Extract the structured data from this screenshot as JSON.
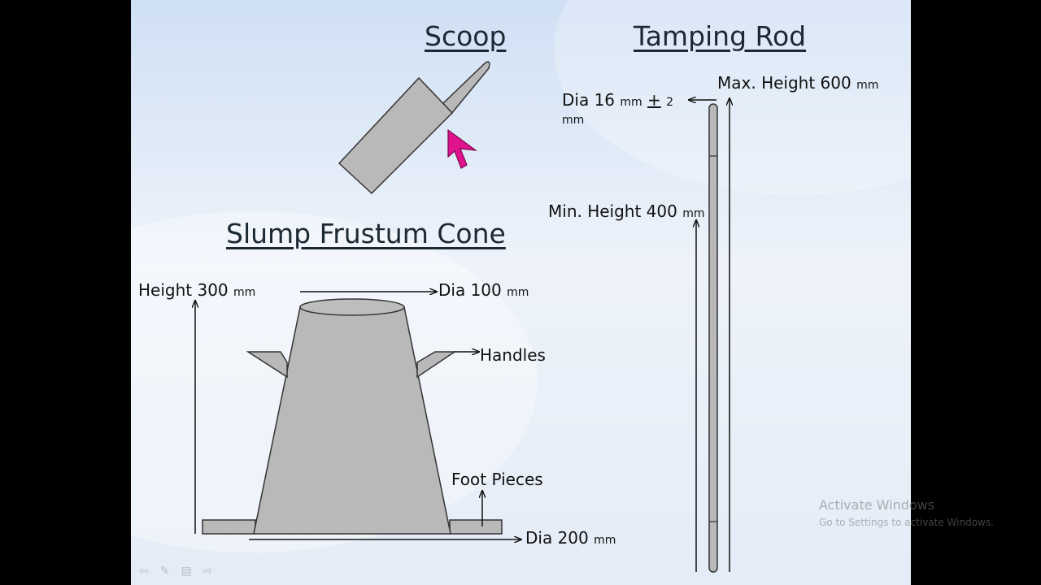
{
  "titles": {
    "scoop": "Scoop",
    "tamping_rod": "Tamping Rod",
    "cone": "Slump Frustum Cone"
  },
  "labels": {
    "height": {
      "text": "Height 300",
      "unit": "mm"
    },
    "dia_top": {
      "text": "Dia 100",
      "unit": "mm"
    },
    "handles": {
      "text": "Handles"
    },
    "foot_pieces": {
      "text": "Foot Pieces"
    },
    "dia_bottom": {
      "text": "Dia 200",
      "unit": "mm"
    },
    "rod_dia": {
      "text": "Dia 16",
      "unit": "mm",
      "plus_minus": "+",
      "tolerance": "2",
      "unit2": "mm"
    },
    "max_height": {
      "text": "Max. Height 600",
      "unit": "mm"
    },
    "min_height": {
      "text": "Min. Height 400",
      "unit": "mm"
    }
  },
  "watermark": {
    "line1": "Activate Windows",
    "line2": "Go to Settings to activate Windows."
  },
  "colors": {
    "fill": "#b9b9b9",
    "stroke": "#333333",
    "cursor": "#e0138f",
    "text": "#111111"
  },
  "icons": [
    "cursor-arrow-icon",
    "back-icon",
    "pen-icon",
    "slides-icon",
    "forward-icon"
  ]
}
